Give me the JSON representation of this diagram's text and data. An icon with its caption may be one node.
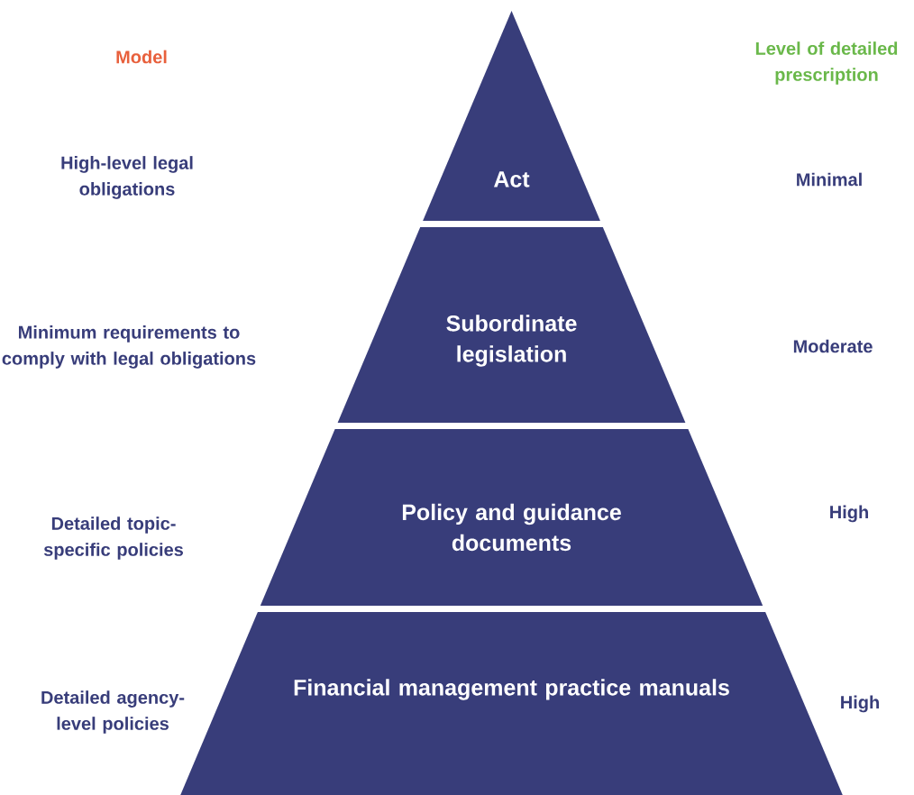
{
  "diagram": {
    "nodes": [
      {
        "text": [
          "Act"
        ]
      },
      {
        "text": [
          "Subordinate legislation"
        ]
      },
      {
        "text": [
          "Policy and guidance documents"
        ]
      },
      {
        "text": [
          "Financial management practice manuals"
        ]
      }
    ],
    "labels": [
      "Model",
      "Level of detailed prescription",
      "High-level legal obligations",
      "Minimal",
      "Minimum requirements to comply with legal obligations",
      "Moderate",
      "Detailed topic-specific policies",
      "High",
      "Detailed agency-level policies",
      "High"
    ]
  }
}
